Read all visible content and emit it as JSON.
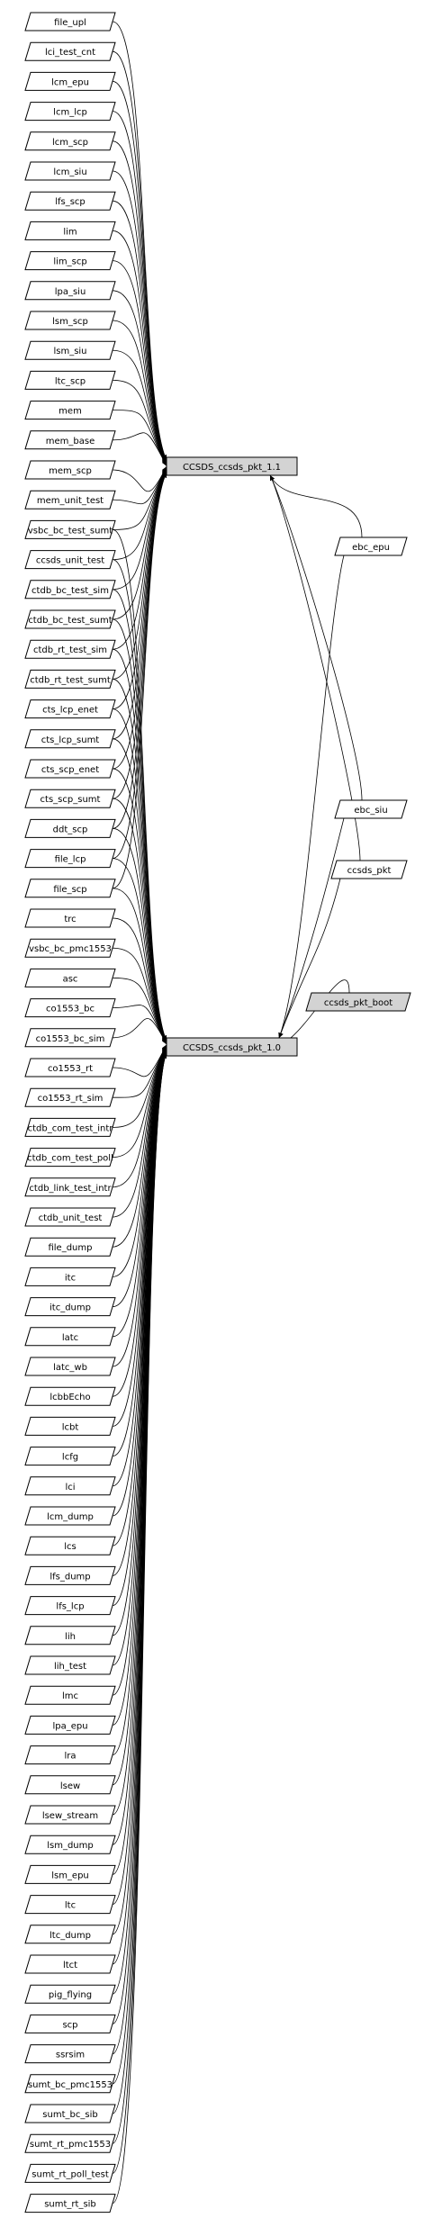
{
  "hubs": [
    {
      "id": "pkt11",
      "label": "CCSDS_ccsds_pkt_1.1"
    },
    {
      "id": "pkt10",
      "label": "CCSDS_ccsds_pkt_1.0"
    }
  ],
  "sources": [
    {
      "label": "file_upl",
      "to": "pkt11"
    },
    {
      "label": "lci_test_cnt",
      "to": "pkt11"
    },
    {
      "label": "lcm_epu",
      "to": "pkt11"
    },
    {
      "label": "lcm_lcp",
      "to": "pkt11"
    },
    {
      "label": "lcm_scp",
      "to": "pkt11"
    },
    {
      "label": "lcm_siu",
      "to": "pkt11"
    },
    {
      "label": "lfs_scp",
      "to": "pkt11"
    },
    {
      "label": "lim",
      "to": "pkt11"
    },
    {
      "label": "lim_scp",
      "to": "pkt11"
    },
    {
      "label": "lpa_siu",
      "to": "pkt11"
    },
    {
      "label": "lsm_scp",
      "to": "pkt11"
    },
    {
      "label": "lsm_siu",
      "to": "pkt11"
    },
    {
      "label": "ltc_scp",
      "to": "pkt11"
    },
    {
      "label": "mem",
      "to": "pkt11"
    },
    {
      "label": "mem_base",
      "to": "pkt11"
    },
    {
      "label": "mem_scp",
      "to": "pkt11"
    },
    {
      "label": "mem_unit_test",
      "to": "pkt11"
    },
    {
      "label": "vsbc_bc_test_sumt",
      "to": "both"
    },
    {
      "label": "ccsds_unit_test",
      "to": "both"
    },
    {
      "label": "ctdb_bc_test_sim",
      "to": "both"
    },
    {
      "label": "ctdb_bc_test_sumt",
      "to": "both"
    },
    {
      "label": "ctdb_rt_test_sim",
      "to": "both"
    },
    {
      "label": "ctdb_rt_test_sumt",
      "to": "both"
    },
    {
      "label": "cts_lcp_enet",
      "to": "both"
    },
    {
      "label": "cts_lcp_sumt",
      "to": "both"
    },
    {
      "label": "cts_scp_enet",
      "to": "both"
    },
    {
      "label": "cts_scp_sumt",
      "to": "both"
    },
    {
      "label": "ddt_scp",
      "to": "both"
    },
    {
      "label": "file_lcp",
      "to": "both"
    },
    {
      "label": "file_scp",
      "to": "both"
    },
    {
      "label": "trc",
      "to": "pkt10"
    },
    {
      "label": "vsbc_bc_pmc1553",
      "to": "pkt10"
    },
    {
      "label": "asc",
      "to": "pkt10"
    },
    {
      "label": "co1553_bc",
      "to": "pkt10"
    },
    {
      "label": "co1553_bc_sim",
      "to": "pkt10"
    },
    {
      "label": "co1553_rt",
      "to": "pkt10"
    },
    {
      "label": "co1553_rt_sim",
      "to": "pkt10"
    },
    {
      "label": "ctdb_com_test_intr",
      "to": "pkt10"
    },
    {
      "label": "ctdb_com_test_poll",
      "to": "pkt10"
    },
    {
      "label": "ctdb_link_test_intr",
      "to": "pkt10"
    },
    {
      "label": "ctdb_unit_test",
      "to": "pkt10"
    },
    {
      "label": "file_dump",
      "to": "pkt10"
    },
    {
      "label": "itc",
      "to": "pkt10"
    },
    {
      "label": "itc_dump",
      "to": "pkt10"
    },
    {
      "label": "latc",
      "to": "pkt10"
    },
    {
      "label": "latc_wb",
      "to": "pkt10"
    },
    {
      "label": "lcbbEcho",
      "to": "pkt10"
    },
    {
      "label": "lcbt",
      "to": "pkt10"
    },
    {
      "label": "lcfg",
      "to": "pkt10"
    },
    {
      "label": "lci",
      "to": "pkt10"
    },
    {
      "label": "lcm_dump",
      "to": "pkt10"
    },
    {
      "label": "lcs",
      "to": "pkt10"
    },
    {
      "label": "lfs_dump",
      "to": "pkt10"
    },
    {
      "label": "lfs_lcp",
      "to": "pkt10"
    },
    {
      "label": "lih",
      "to": "pkt10"
    },
    {
      "label": "lih_test",
      "to": "pkt10"
    },
    {
      "label": "lmc",
      "to": "pkt10"
    },
    {
      "label": "lpa_epu",
      "to": "pkt10"
    },
    {
      "label": "lra",
      "to": "pkt10"
    },
    {
      "label": "lsew",
      "to": "pkt10"
    },
    {
      "label": "lsew_stream",
      "to": "pkt10"
    },
    {
      "label": "lsm_dump",
      "to": "pkt10"
    },
    {
      "label": "lsm_epu",
      "to": "pkt10"
    },
    {
      "label": "ltc",
      "to": "pkt10"
    },
    {
      "label": "ltc_dump",
      "to": "pkt10"
    },
    {
      "label": "ltct",
      "to": "pkt10"
    },
    {
      "label": "pig_flying",
      "to": "pkt10"
    },
    {
      "label": "scp",
      "to": "pkt10"
    },
    {
      "label": "ssrsim",
      "to": "pkt10"
    },
    {
      "label": "sumt_bc_pmc1553",
      "to": "pkt10"
    },
    {
      "label": "sumt_bc_sib",
      "to": "pkt10"
    },
    {
      "label": "sumt_rt_pmc1553",
      "to": "pkt10"
    },
    {
      "label": "sumt_rt_poll_test",
      "to": "pkt10"
    },
    {
      "label": "sumt_rt_sib",
      "to": "pkt10"
    }
  ],
  "right_nodes": [
    {
      "id": "ebc_epu",
      "label": "ebc_epu",
      "filled": false,
      "to": "pkt11"
    },
    {
      "id": "ebc_siu",
      "label": "ebc_siu",
      "filled": false,
      "to": "pkt11"
    },
    {
      "id": "ccsds_pkt",
      "label": "ccsds_pkt",
      "filled": false,
      "to": "pkt11"
    },
    {
      "id": "ccsds_pkt_boot",
      "label": "ccsds_pkt_boot",
      "filled": true,
      "to": "pkt10"
    }
  ],
  "colors": {
    "hub_fill": "#d3d3d3",
    "boot_fill": "#d3d3d3",
    "stroke": "#000000",
    "background": "#ffffff"
  }
}
